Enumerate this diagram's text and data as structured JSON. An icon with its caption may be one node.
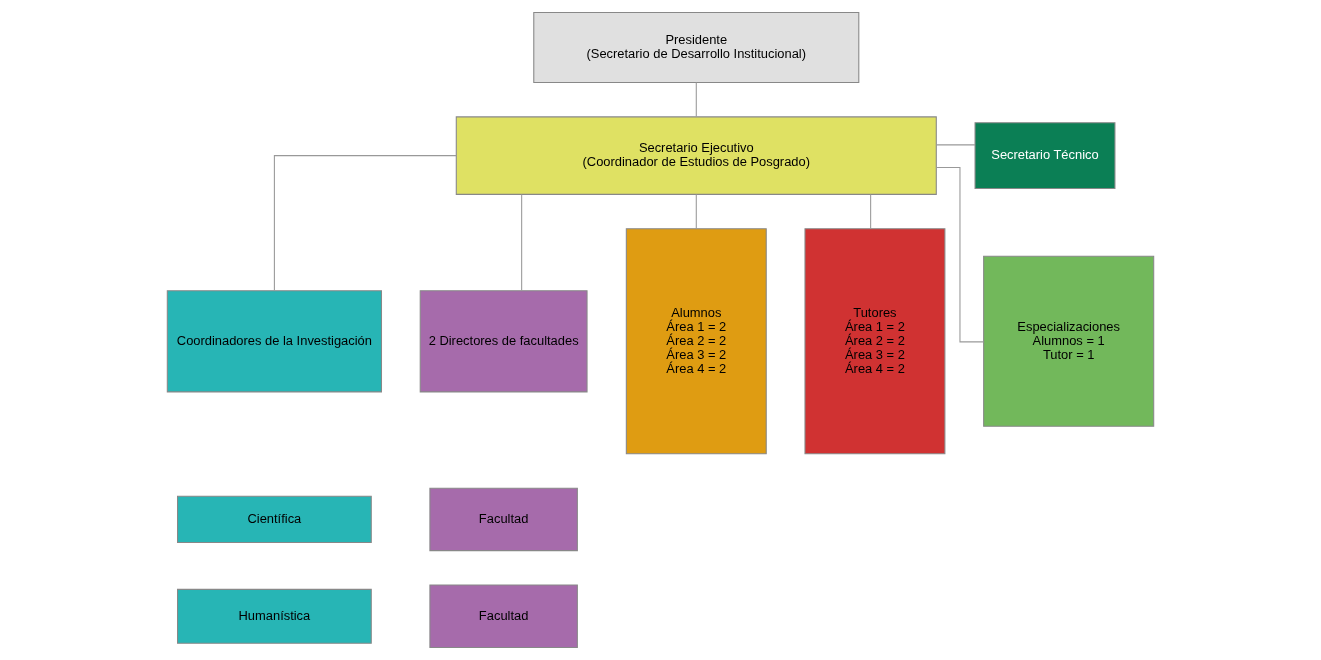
{
  "diagram": {
    "nodes": [
      {
        "text": [
          "Presidente",
          "(Secretario de Desarrollo Institucional)"
        ]
      },
      {
        "text": [
          "Secretario Ejecutivo",
          "(Coordinador de Estudios de Posgrado)"
        ]
      },
      {
        "text": [
          "Secretario Técnico"
        ]
      },
      {
        "text": [
          "Coordinadores de la Investigación"
        ]
      },
      {
        "text": [
          "Científica"
        ]
      },
      {
        "text": [
          "Humanística"
        ]
      },
      {
        "text": [
          "2 Directores de facultades"
        ]
      },
      {
        "text": [
          "Facultad"
        ]
      },
      {
        "text": [
          "Facultad"
        ]
      },
      {
        "text": [
          "Alumnos",
          "Área 1 = 2",
          "Área 2 = 2",
          "Área 3 = 2",
          "Área 4 = 2"
        ]
      },
      {
        "text": [
          "Tutores",
          "Área 1 = 2",
          "Área 2 = 2",
          "Área 3 = 2",
          "Área 4 = 2"
        ]
      },
      {
        "text": [
          "Especializaciones",
          "Alumnos = 1",
          "Tutor = 1"
        ]
      }
    ],
    "edges": [
      {
        "from": 0,
        "to": 1,
        "arrow": "none"
      },
      {
        "from": 1,
        "to": 2,
        "arrow": "none"
      },
      {
        "from": 1,
        "to": 3,
        "arrow": "none"
      },
      {
        "from": 1,
        "to": 6,
        "arrow": "none"
      },
      {
        "from": 1,
        "to": 9,
        "arrow": "none"
      },
      {
        "from": 1,
        "to": 10,
        "arrow": "none"
      },
      {
        "from": 1,
        "to": 11,
        "arrow": "none"
      }
    ]
  }
}
